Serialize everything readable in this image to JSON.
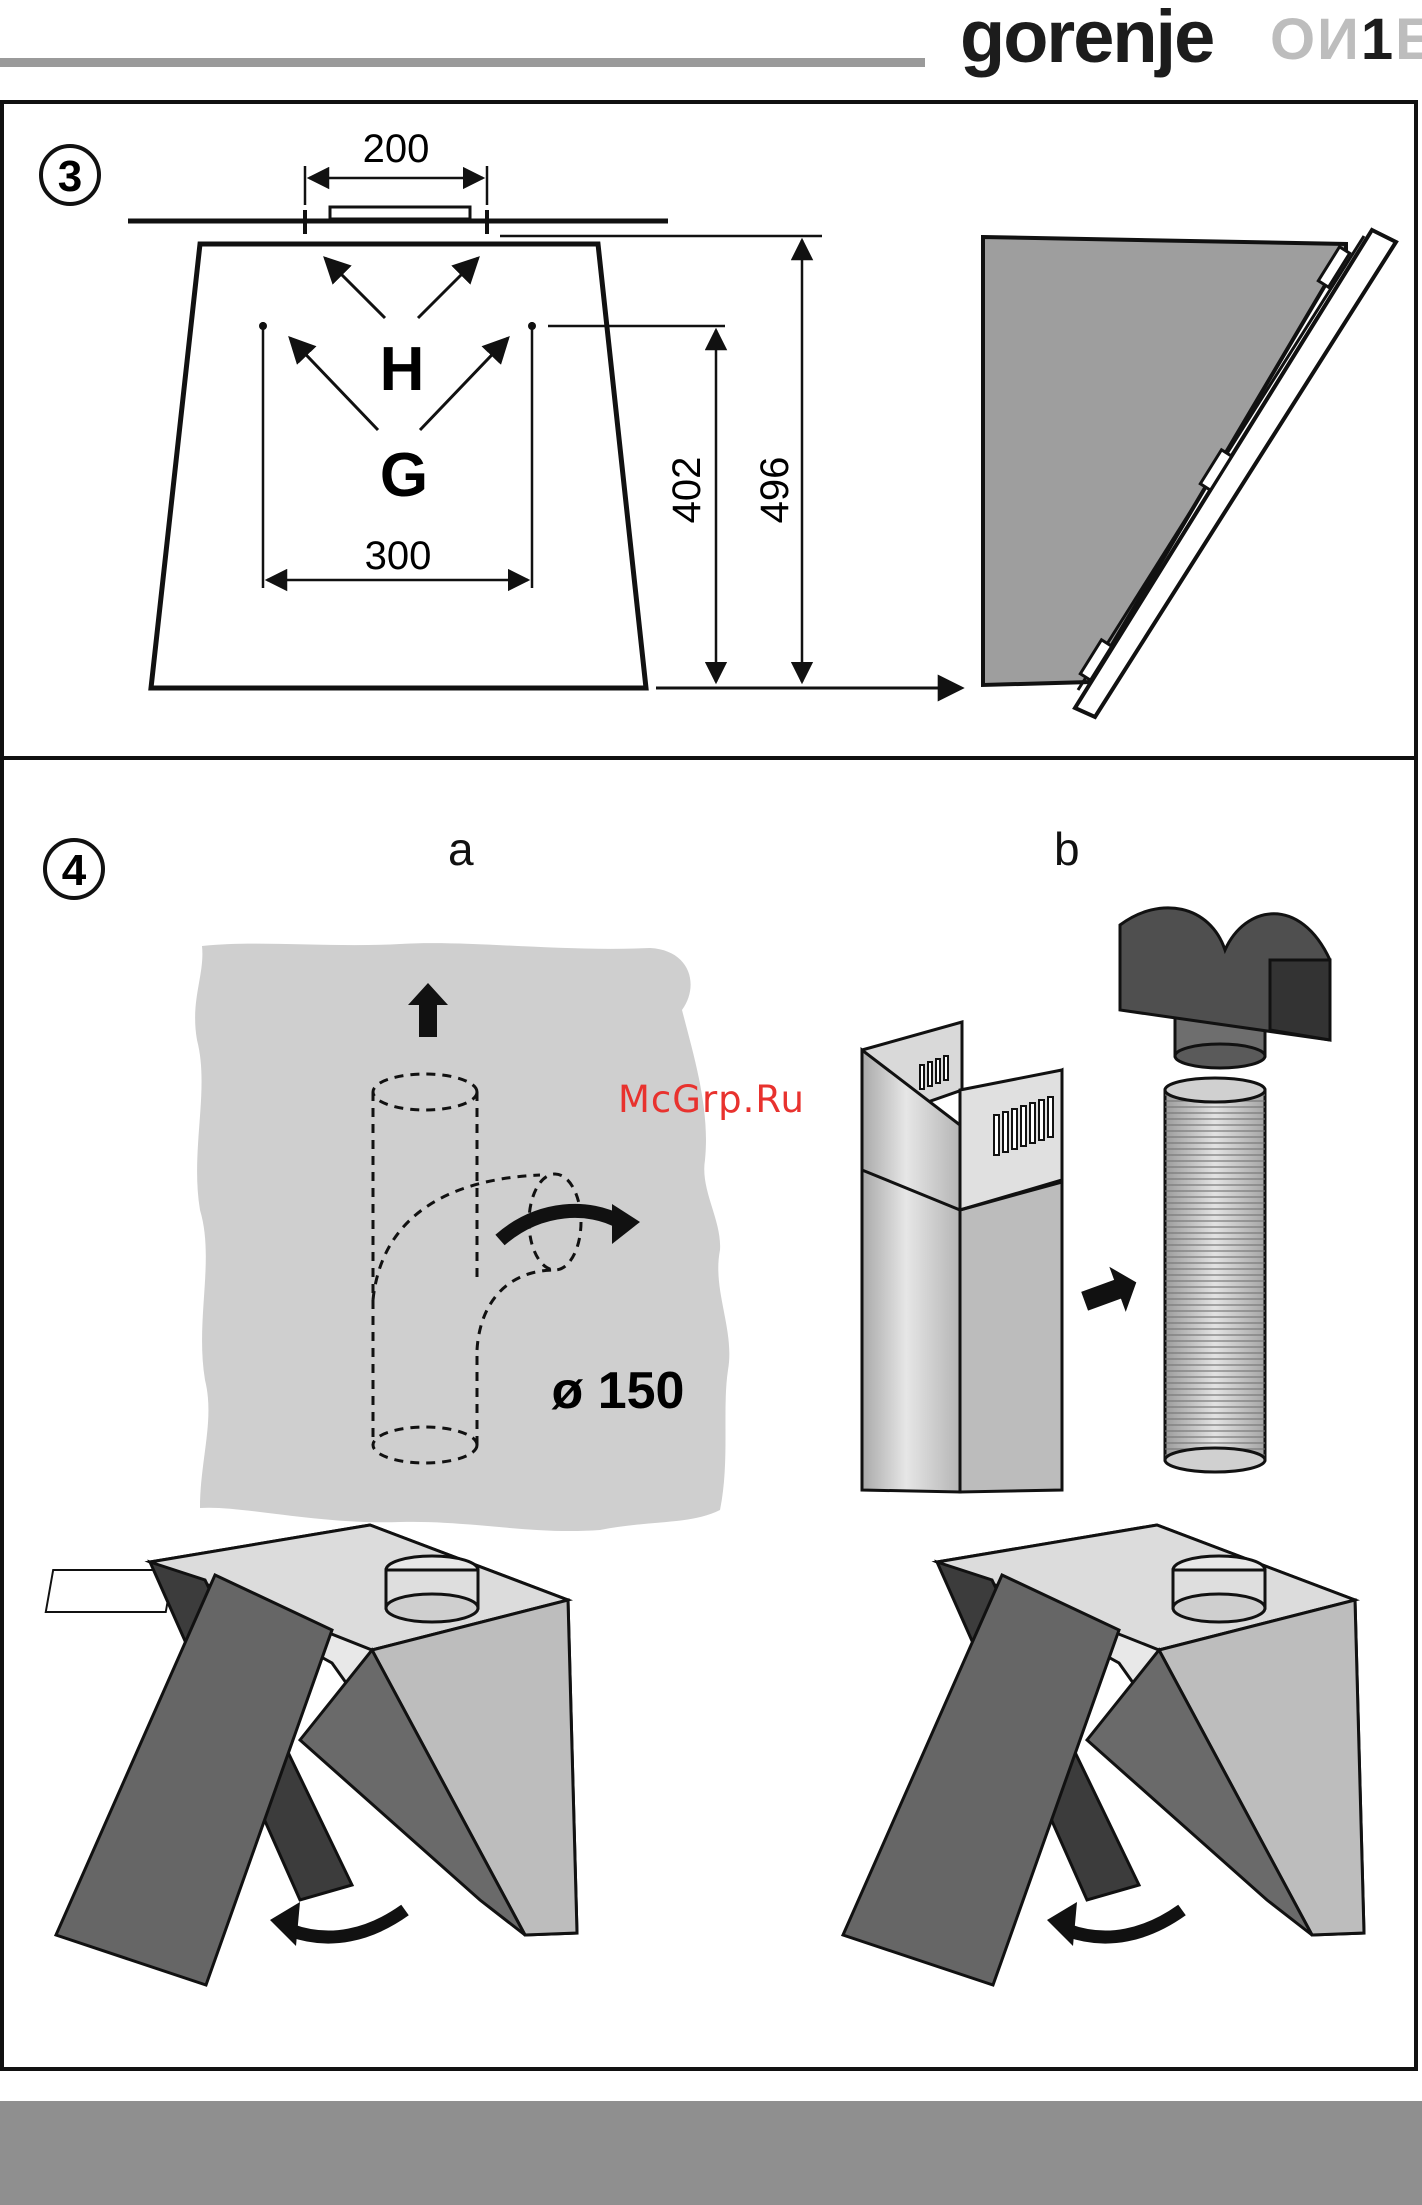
{
  "header": {
    "brand": "gorenje",
    "model_light": "OИ",
    "model_dark": "1",
    "model_tail": "E"
  },
  "step3": {
    "number": "3",
    "dim_top": "200",
    "dim_bottom": "300",
    "dim_inner_height": "402",
    "dim_outer_height": "496",
    "label_h": "H",
    "label_g": "G"
  },
  "step4": {
    "number": "4",
    "label_a": "a",
    "label_b": "b",
    "diameter": "ø 150"
  },
  "watermark": "McGrp.Ru",
  "colors": {
    "panel_dark": "#5f5f5f",
    "wall": "#cfcfcf",
    "steel": "#bfbfbf",
    "footer": "#8f8f8f"
  }
}
